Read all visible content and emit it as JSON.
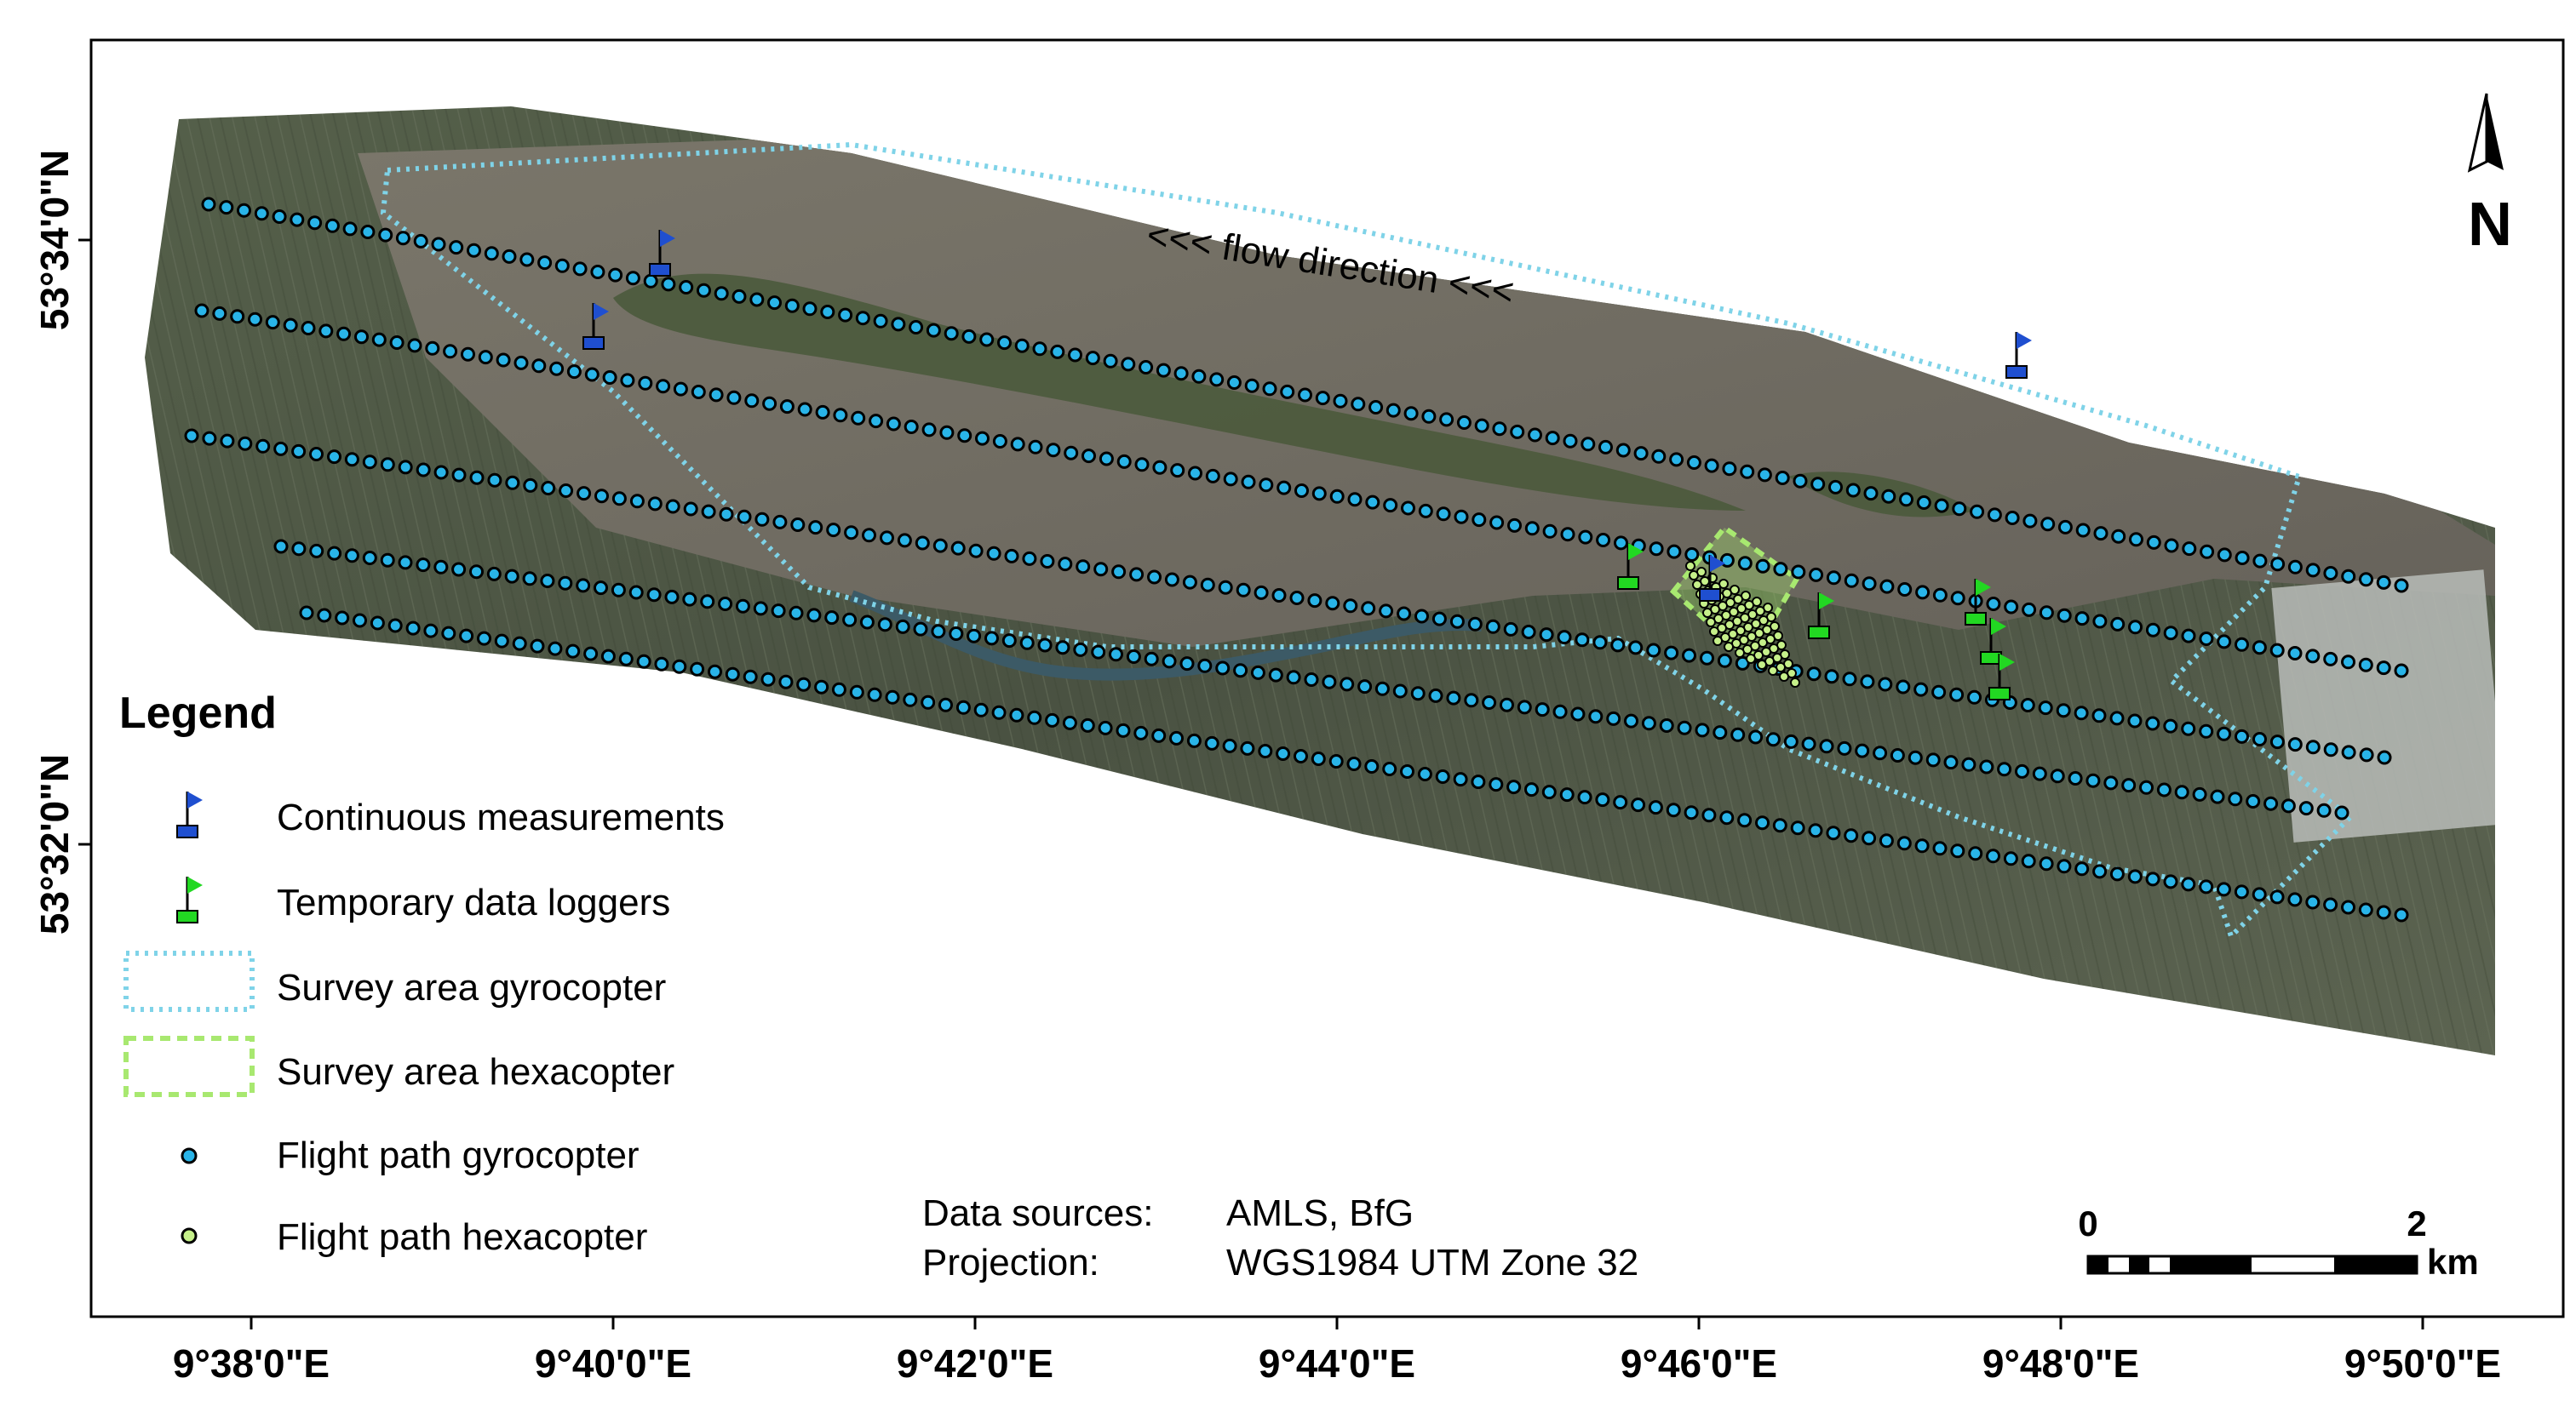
{
  "map": {
    "annotation": "<<< flow direction <<<",
    "north_arrow_label": "N",
    "colors": {
      "gyro_boundary": "#7fd3e8",
      "hexa_boundary": "#a8e870",
      "continuous_flag": "#1f4fd0",
      "temporary_flag": "#22d822",
      "gyro_dot": "#29b4e8",
      "hexa_dot": "#c6f08a",
      "water": "#6e6a5e",
      "land": "#4a5440",
      "frame": "#000000"
    },
    "longitude_ticks": [
      "9°38'0\"E",
      "9°40'0\"E",
      "9°42'0\"E",
      "9°44'0\"E",
      "9°46'0\"E",
      "9°48'0\"E",
      "9°50'0\"E"
    ],
    "latitude_ticks": [
      "53°34'0\"N",
      "53°32'0\"N"
    ]
  },
  "legend": {
    "title": "Legend",
    "items": [
      {
        "label": "Continuous measurements",
        "symbol": "continuous-flag"
      },
      {
        "label": "Temporary data loggers",
        "symbol": "temporary-flag"
      },
      {
        "label": "Survey area gyrocopter",
        "symbol": "gyro-area"
      },
      {
        "label": "Survey area hexacopter",
        "symbol": "hexa-area"
      },
      {
        "label": "Flight path gyrocopter",
        "symbol": "gyro-dot"
      },
      {
        "label": "Flight path hexacopter",
        "symbol": "hexa-dot"
      }
    ]
  },
  "info": {
    "data_sources_label": "Data sources:",
    "data_sources_value": "AMLS, BfG",
    "projection_label": "Projection:",
    "projection_value": "WGS1984 UTM Zone 32"
  },
  "scale_bar": {
    "start_label": "0",
    "end_label": "2",
    "unit": "km"
  }
}
